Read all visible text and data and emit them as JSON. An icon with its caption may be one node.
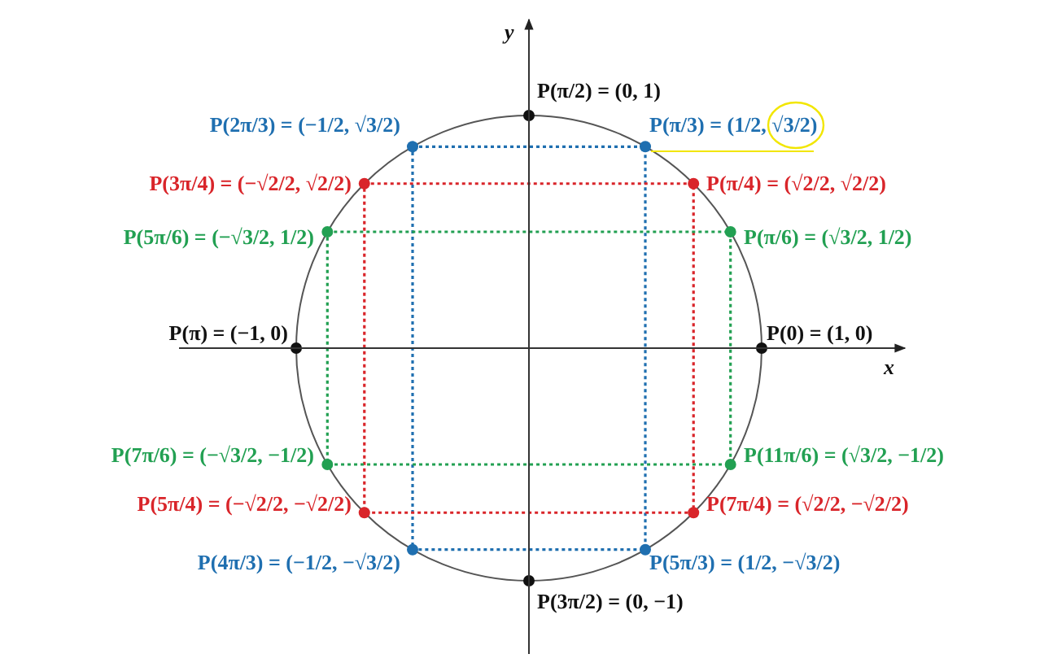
{
  "diagram": {
    "labels": [
      "y",
      "P(π/2) = (0, 1)",
      "P(2π/3) = (−1/2, √3/2)",
      "P(π/3) = (1/2, √3/2)",
      "P(3π/4) = (−√2/2, √2/2)",
      "P(π/4) = (√2/2, √2/2)",
      "P(5π/6) = (−√3/2, 1/2)",
      "P(π/6) = (√3/2, 1/2)",
      "P(π) = (−1, 0)",
      "P(0) = (1, 0)",
      "x",
      "P(7π/6) = (−√3/2, −1/2)",
      "P(11π/6) = (√3/2, −1/2)",
      "P(5π/4) = (−√2/2, −√2/2)",
      "P(7π/4) = (√2/2, −√2/2)",
      "P(4π/3) = (−1/2, −√3/2)",
      "P(5π/3) = (1/2, −√3/2)",
      "P(3π/2) = (0, −1)"
    ]
  }
}
